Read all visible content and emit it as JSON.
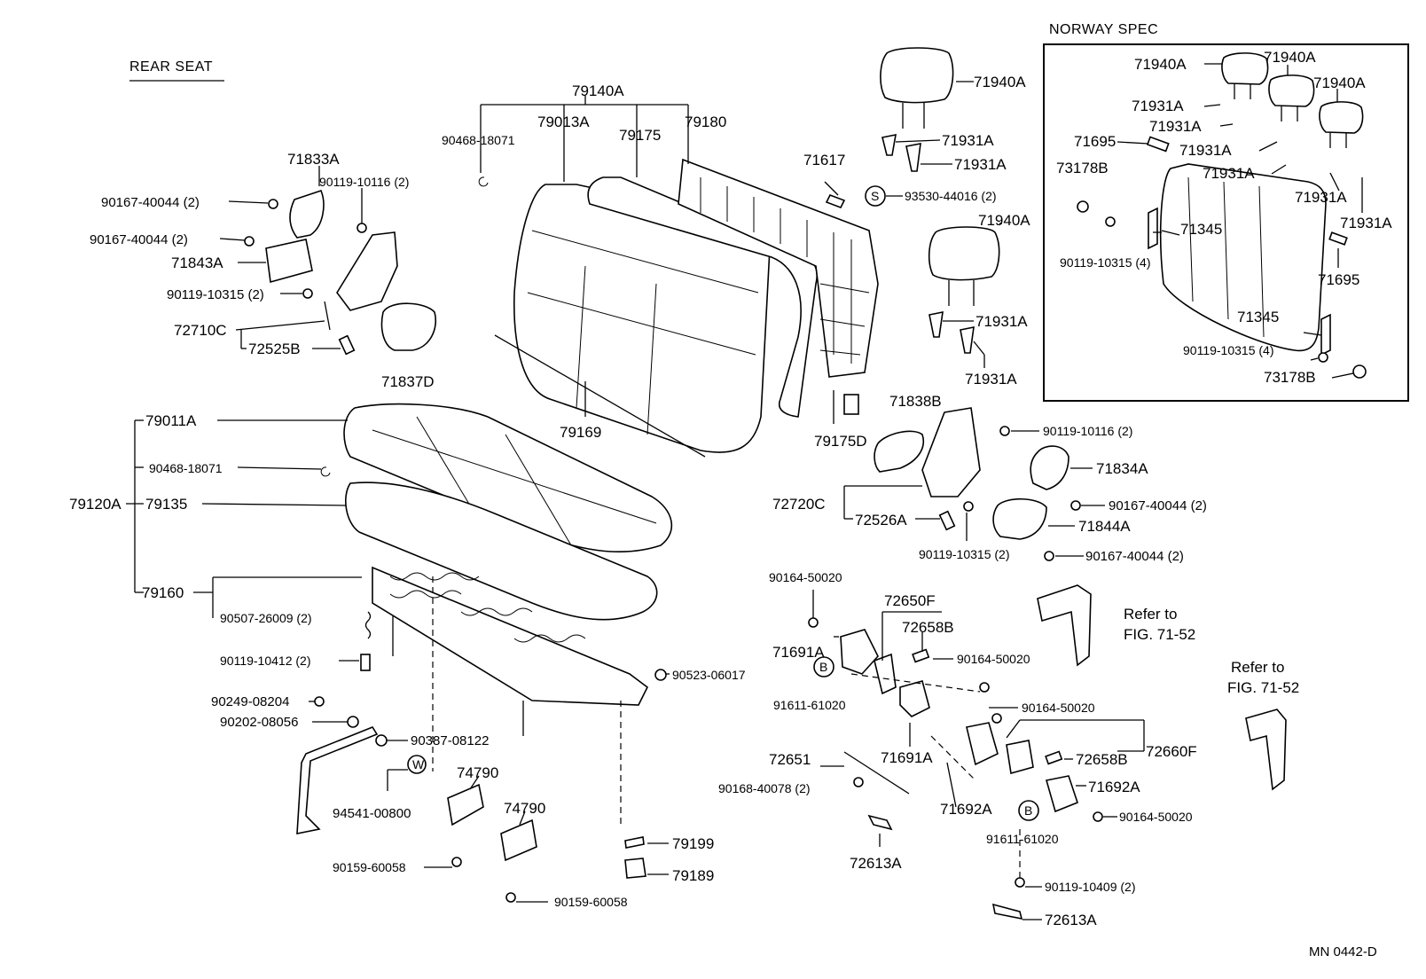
{
  "diagram": {
    "section_title": "REAR SEAT",
    "inset_title": "NORWAY SPEC",
    "footer_code": "MN 0442-D",
    "circle_symbols": {
      "s": "S",
      "w": "W",
      "b": "B"
    },
    "labels": {
      "l79140A": "79140A",
      "l79013A": "79013A",
      "l79175": "79175",
      "l79180": "79180",
      "l90468a": "90468-18071",
      "l71833A": "71833A",
      "l90119_10116a": "90119-10116 (2)",
      "l90167a": "90167-40044 (2)",
      "l90167b": "90167-40044 (2)",
      "l71843A": "71843A",
      "l90119_10315a": "90119-10315 (2)",
      "l72710C": "72710C",
      "l72525B": "72525B",
      "l71837D": "71837D",
      "l79169": "79169",
      "l71617": "71617",
      "l93530": "93530-44016 (2)",
      "l71940A_1": "71940A",
      "l71931A_1": "71931A",
      "l71931A_2": "71931A",
      "l71940A_2": "71940A",
      "l71931A_3": "71931A",
      "l71931A_4": "71931A",
      "l79175D": "79175D",
      "l71838B": "71838B",
      "l90119_10116b": "90119-10116 (2)",
      "l71834A": "71834A",
      "l72720C": "72720C",
      "l72526A": "72526A",
      "l90167c": "90167-40044 (2)",
      "l71844A": "71844A",
      "l90119_10315b": "90119-10315 (2)",
      "l90167d": "90167-40044 (2)",
      "l79011A": "79011A",
      "l90468b": "90468-18071",
      "l79120A": "79120A",
      "l79135": "79135",
      "l79160": "79160",
      "l90507": "90507-26009 (2)",
      "l90119_10412": "90119-10412 (2)",
      "l90249": "90249-08204",
      "l90202": "90202-08056",
      "l90387": "90387-08122",
      "l94541": "94541-00800",
      "l74790a": "74790",
      "l74790b": "74790",
      "l90159a": "90159-60058",
      "l90159b": "90159-60058",
      "l90523": "90523-06017",
      "l79199": "79199",
      "l79189": "79189",
      "l90164a": "90164-50020",
      "l72650F": "72650F",
      "l72658Ba": "72658B",
      "l71691Aa": "71691A",
      "l90164b": "90164-50020",
      "l91611a": "91611-61020",
      "l71691Ab": "71691A",
      "l90164c": "90164-50020",
      "l72651": "72651",
      "l72658Bb": "72658B",
      "l72660F": "72660F",
      "l90168": "90168-40078 (2)",
      "l71692Aa": "71692A",
      "l71692Ab": "71692A",
      "l90164d": "90164-50020",
      "l91611b": "91611-61020",
      "l72613Aa": "72613A",
      "l90119_10409": "90119-10409 (2)",
      "l72613Ab": "72613A",
      "refer1a": "Refer to",
      "refer1b": "FIG. 71-52",
      "refer2a": "Refer to",
      "refer2b": "FIG. 71-52",
      "n71940A_a": "71940A",
      "n71940A_b": "71940A",
      "n71940A_c": "71940A",
      "n71931A_a": "71931A",
      "n71931A_b": "71931A",
      "n71695_a": "71695",
      "n71931A_c": "71931A",
      "n73178B_a": "73178B",
      "n71931A_d": "71931A",
      "n71931A_e": "71931A",
      "n71931A_f": "71931A",
      "n71345_a": "71345",
      "n90119_a": "90119-10315 (4)",
      "n71695_b": "71695",
      "n71345_b": "71345",
      "n90119_b": "90119-10315 (4)",
      "n73178B_b": "73178B"
    }
  }
}
